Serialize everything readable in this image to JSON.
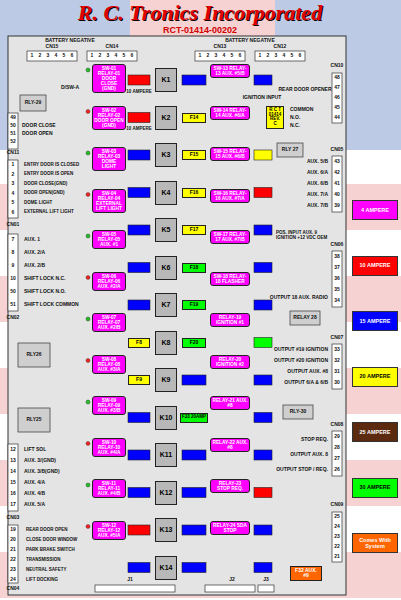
{
  "diagram": {
    "title": "R. C. Tronics Incorporated",
    "nodes": [
      {
        "text": [
          "K1"
        ]
      },
      {
        "text": [
          "K2"
        ]
      },
      {
        "text": [
          "K3"
        ]
      },
      {
        "text": [
          "K4"
        ]
      },
      {
        "text": [
          "K5"
        ]
      },
      {
        "text": [
          "K6"
        ]
      },
      {
        "text": [
          "K7"
        ]
      },
      {
        "text": [
          "K8"
        ]
      },
      {
        "text": [
          "K9"
        ]
      },
      {
        "text": [
          "K10"
        ]
      },
      {
        "text": [
          "K11"
        ]
      },
      {
        "text": [
          "K12"
        ]
      },
      {
        "text": [
          "K13"
        ]
      },
      {
        "text": [
          "K14"
        ]
      },
      {
        "text": [
          "SW-01 RELAY-01 DOOR CLOSE",
          "(GND)"
        ]
      },
      {
        "text": [
          "SW-02 RELAY-02 DOOR OPEN",
          "(GND)"
        ]
      },
      {
        "text": [
          "SW-03 RELAY-03 DOME LIGHT"
        ]
      },
      {
        "text": [
          "SW-04 RELAY-04 EXTERNAL LIFT LIGHT"
        ]
      },
      {
        "text": [
          "SW-05 RELAY-05 AUX. #1"
        ]
      },
      {
        "text": [
          "SW-06 RELAY-06 AUX. #2/A"
        ]
      },
      {
        "text": [
          "SW-07 RELAY-07 AUX. #2/B"
        ]
      },
      {
        "text": [
          "SW-08 RELAY-08 AUX. #3/A"
        ]
      },
      {
        "text": [
          "SW-09 RELAY-09 AUX. #3/B"
        ]
      },
      {
        "text": [
          "SW-10 RELAY-10 AUX. #4/A"
        ]
      },
      {
        "text": [
          "SW-11 RELAY-11 AUX. #4/B"
        ]
      },
      {
        "text": [
          "SW-12 RELAY-12 AUX. #5/A"
        ]
      },
      {
        "text": [
          "SW-13 RELAY-13 AUX. #5/B"
        ]
      },
      {
        "text": [
          "SW-14 RELAY-14 AUX. #6/A"
        ]
      },
      {
        "text": [
          "SW-15 RELAY-15 AUX. #6/B"
        ]
      },
      {
        "text": [
          "SW-16 RELAY-16 AUX. #7/A"
        ]
      },
      {
        "text": [
          "SW-17 RELAY-17 AUX. #7/B"
        ]
      },
      {
        "text": [
          "SW-18 RELAY-18 FLASHER"
        ]
      },
      {
        "text": [
          "RELAY-19 IGNITION #1"
        ]
      },
      {
        "text": [
          "RELAY-20 IGNITION #2"
        ]
      },
      {
        "text": [
          "RELAY-21 AUX. #8"
        ]
      },
      {
        "text": [
          "RELAY-22 AUX. #8"
        ]
      },
      {
        "text": [
          "RELAY-23 STOP REQ."
        ]
      },
      {
        "text": [
          "RELAY-24 SDA STOP"
        ]
      },
      {
        "text": [
          "F14"
        ]
      },
      {
        "text": [
          "F15"
        ]
      },
      {
        "text": [
          "F16"
        ]
      },
      {
        "text": [
          "F17"
        ]
      },
      {
        "text": [
          "F18"
        ]
      },
      {
        "text": [
          "F19"
        ]
      },
      {
        "text": [
          "F8"
        ]
      },
      {
        "text": [
          "F20"
        ]
      },
      {
        "text": [
          "F9"
        ]
      },
      {
        "text": [
          "F33 20AMP"
        ]
      },
      {
        "text": [
          "R C T 01414 REV. C"
        ]
      },
      {
        "text": [
          "F32 AUX. #9"
        ]
      }
    ],
    "labels": [
      "RCT-01414-00202",
      "BATTERY NEGATIVE",
      "BATTERY NEGATIVE",
      "CN15",
      "1",
      "2",
      "3",
      "4",
      "5",
      "6",
      "CN14",
      "1",
      "2",
      "3",
      "4",
      "5",
      "6",
      "CN13",
      "1",
      "2",
      "3",
      "4",
      "5",
      "6",
      "CN12",
      "1",
      "2",
      "3",
      "4",
      "5",
      "6",
      "D/SW-A",
      "RLY-29",
      "49",
      "50",
      "51",
      "52",
      "DOOR CLOSE",
      "DOOR OPEN",
      "CN11",
      "1",
      "2",
      "3",
      "4",
      "5",
      "6",
      "ENTRY DOOR IS CLOSED",
      "ENTRY DOOR IS OPEN",
      "DOOR CLOSE(GND)",
      "DOOR OPEN(GND)",
      "DOME LIGHT",
      "EXTERNAL LIFT LIGHT",
      "CN01",
      "7",
      "8",
      "9",
      "10",
      "50",
      "51",
      "AUX. 1",
      "AUX. 2/A",
      "AUX. 2/B",
      "SHIFT LOCK N.C.",
      "SHIFT LOCK N.O.",
      "SHIFT LOCK COMMON",
      "CN02",
      "RLY26",
      "RLY25",
      "12",
      "13",
      "14",
      "15",
      "16",
      "17",
      "LIFT SOL",
      "AUX. 3/(GND)",
      "AUX. 3/B(GND)",
      "AUX. 4/A",
      "AUX. 4/B",
      "AUX. 5/A",
      "CN03",
      "19",
      "20",
      "21",
      "22",
      "23",
      "24",
      "REAR DOOR OPEN",
      "CLOSE DOOR WINDOW",
      "PARK BRAKE SWITCH",
      "TRANSMISSION",
      "NEUTRAL SAFETY",
      "LIFT DOCKING",
      "CN04",
      "10 AMPERE",
      "10 AMPERE",
      "REAR DOOR OPENER",
      "IGNITION INPUT",
      "COMMON",
      "N.O.",
      "N.C.",
      "RLY 27",
      "CN10",
      "48",
      "47",
      "46",
      "45",
      "44",
      "CN05",
      "43",
      "42",
      "41",
      "40",
      "39",
      "AUX. 5/B",
      "AUX. 6/A",
      "AUX. 6/B",
      "AUX. 7/A",
      "AUX. 7/B",
      "POS. INPUT AUX. 9 IGNITION +12 VDC OEM",
      "CN06",
      "38",
      "37",
      "36",
      "35",
      "34",
      "OUTPUT 18 AUX. RADIO",
      "RELAY 28",
      "CN07",
      "33",
      "32",
      "31",
      "30",
      "OUTPUT #19 IGNITION",
      "OUTPUT #20 IGNITION",
      "OUTPUT AUX. #8",
      "OUTPUT 6/A & 6/B",
      "RLY-30",
      "CN08",
      "29",
      "28",
      "27",
      "26",
      "STOP REQ.",
      "OUTPUT AUX. 8",
      "OUTPUT STOP / REQ.",
      "CN09",
      "25",
      "24",
      "23",
      "22",
      "21",
      "J1",
      "J2",
      "J3"
    ],
    "legend": [
      {
        "text": "4 AMPERE",
        "color": "#ff00ff"
      },
      {
        "text": "10 AMPERE",
        "color": "#ff0000"
      },
      {
        "text": "15 AMPERE",
        "color": "#0000ff"
      },
      {
        "text": "20 AMPERE",
        "color": "#ffff00"
      },
      {
        "text": "25 AMPERE",
        "color": "#5c2a0e"
      },
      {
        "text": "30 AMPERE",
        "color": "#00ff00"
      },
      {
        "text": "Comes With System",
        "color": "#ff6600"
      }
    ]
  }
}
